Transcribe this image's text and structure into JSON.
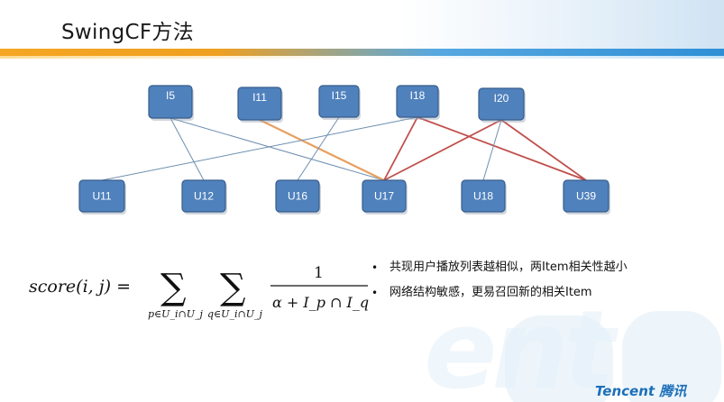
{
  "slide": {
    "title": "SwingCF方法"
  },
  "graph": {
    "items": [
      {
        "id": "I5",
        "label": "I5"
      },
      {
        "id": "I11",
        "label": "I11"
      },
      {
        "id": "I15",
        "label": "I15"
      },
      {
        "id": "I18",
        "label": "I18"
      },
      {
        "id": "I20",
        "label": "I20"
      }
    ],
    "users": [
      {
        "id": "U11",
        "label": "U11"
      },
      {
        "id": "U12",
        "label": "U12"
      },
      {
        "id": "U16",
        "label": "U16"
      },
      {
        "id": "U17",
        "label": "U17"
      },
      {
        "id": "U18",
        "label": "U18"
      },
      {
        "id": "U39",
        "label": "U39"
      }
    ],
    "edges": [
      {
        "from": "I5",
        "to": "U12",
        "style": "normal"
      },
      {
        "from": "I5",
        "to": "U17",
        "style": "normal"
      },
      {
        "from": "I11",
        "to": "U17",
        "style": "orange"
      },
      {
        "from": "I15",
        "to": "U16",
        "style": "normal"
      },
      {
        "from": "I18",
        "to": "U11",
        "style": "normal"
      },
      {
        "from": "I18",
        "to": "U17",
        "style": "red"
      },
      {
        "from": "I18",
        "to": "U39",
        "style": "red"
      },
      {
        "from": "I20",
        "to": "U17",
        "style": "red"
      },
      {
        "from": "I20",
        "to": "U18",
        "style": "normal"
      },
      {
        "from": "I20",
        "to": "U39",
        "style": "red"
      }
    ],
    "colors": {
      "node_fill": "#4f81bd",
      "node_stroke": "#385d8a",
      "edge_normal": "#6d8fb0",
      "edge_orange": "#e8a060",
      "edge_red": "#c0504d"
    }
  },
  "formula": {
    "lhs": "score(i, j) =",
    "sum1_sub": "p∈U_i∩U_j",
    "sum2_sub": "q∈U_i∩U_j",
    "numerator": "1",
    "denominator": "α + I_p ∩ I_q"
  },
  "bullets": [
    {
      "marker": "•",
      "text": "共现用户播放列表越相似，两Item相关性越小"
    },
    {
      "marker": "•",
      "text": "网络结构敏感，更易召回新的相关Item"
    }
  ],
  "branding": {
    "watermark": "ent",
    "logo": "Tencent 腾讯"
  }
}
